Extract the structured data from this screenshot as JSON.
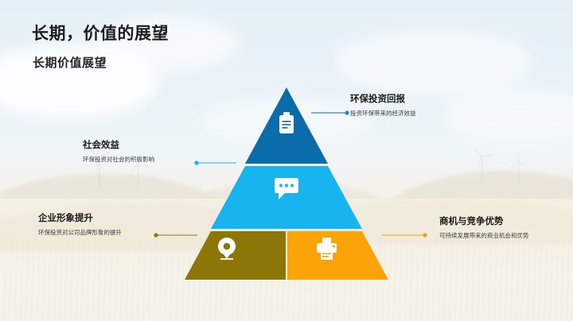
{
  "slide": {
    "title": "长期，价值的展望",
    "subtitle": "长期价值展望"
  },
  "colors": {
    "tier_top": "#0b6cab",
    "tier_middle": "#17b4f0",
    "tier_bottom_left": "#8c7607",
    "tier_bottom_right": "#fba307",
    "title_text": "#1d1d1d",
    "body_text": "#3c3c3c",
    "background_sky": "#e6f0f7",
    "background_ground": "#f6f2e7"
  },
  "pyramid": {
    "tiers": [
      {
        "id": "top",
        "icon": "clipboard-icon",
        "color": "#0b6cab",
        "callout_title": "环保投资回报",
        "callout_desc": "投资环保带来的经济效益",
        "connector_side": "right"
      },
      {
        "id": "middle",
        "icon": "chat-bubble-icon",
        "color": "#17b4f0",
        "callout_title": "社会效益",
        "callout_desc": "环保投资对社会的积极影响",
        "connector_side": "left"
      },
      {
        "id": "bottom-left",
        "icon": "location-pin-icon",
        "color": "#8c7607",
        "callout_title": "企业形象提升",
        "callout_desc": "环保投资对公司品牌形象的提升",
        "connector_side": "left"
      },
      {
        "id": "bottom-right",
        "icon": "printer-icon",
        "color": "#fba307",
        "callout_title": "商机与竞争优势",
        "callout_desc": "可持续发展带来的商业机会和优势",
        "connector_side": "right"
      }
    ]
  }
}
